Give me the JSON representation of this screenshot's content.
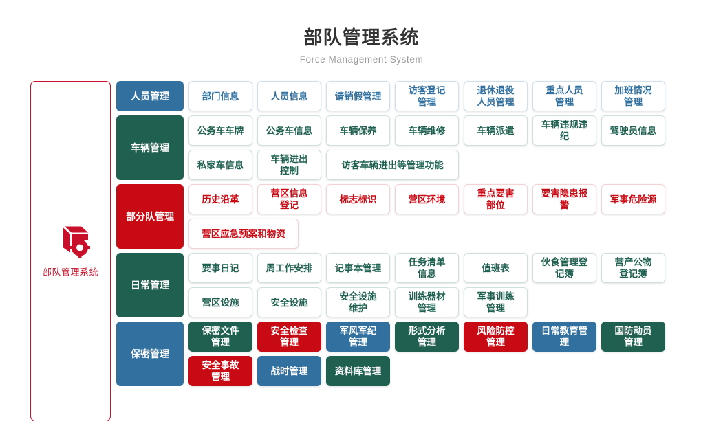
{
  "header": {
    "title": "部队管理系统",
    "subtitle": "Force Management System"
  },
  "sidebar": {
    "icon": "cube-gear-icon",
    "label": "部队管理系统",
    "border_color": "#c8102a"
  },
  "colors": {
    "blue": "#31709f",
    "green": "#1f6050",
    "red": "#c80a15",
    "title_text": "#333333",
    "subtitle_text": "#9a9a9a"
  },
  "groups": [
    {
      "head": "人员管理",
      "head_style": "blue",
      "rows": [
        [
          {
            "label": "部门信息",
            "style": "outline-blue",
            "width": "w1"
          },
          {
            "label": "人员信息",
            "style": "outline-blue",
            "width": "w1"
          },
          {
            "label": "请销假管理",
            "style": "outline-blue",
            "width": "w1"
          },
          {
            "label": "访客登记\n管理",
            "style": "outline-blue",
            "width": "w1"
          },
          {
            "label": "退休退役\n人员管理",
            "style": "outline-blue",
            "width": "w1"
          },
          {
            "label": "重点人员\n管理",
            "style": "outline-blue",
            "width": "w1"
          },
          {
            "label": "加班情况\n管理",
            "style": "outline-blue",
            "width": "w1"
          }
        ]
      ]
    },
    {
      "head": "车辆管理",
      "head_style": "green",
      "rows": [
        [
          {
            "label": "公务车车牌",
            "style": "outline-green",
            "width": "w1"
          },
          {
            "label": "公务车信息",
            "style": "outline-green",
            "width": "w1"
          },
          {
            "label": "车辆保养",
            "style": "outline-green",
            "width": "w1"
          },
          {
            "label": "车辆维修",
            "style": "outline-green",
            "width": "w1"
          },
          {
            "label": "车辆派遣",
            "style": "outline-green",
            "width": "w1"
          },
          {
            "label": "车辆违规违纪",
            "style": "outline-green",
            "width": "w1"
          },
          {
            "label": "驾驶员信息",
            "style": "outline-green",
            "width": "w1"
          }
        ],
        [
          {
            "label": "私家车信息",
            "style": "outline-green",
            "width": "w1"
          },
          {
            "label": "车辆进出\n控制",
            "style": "outline-green",
            "width": "w1"
          },
          {
            "label": "访客车辆进出等管理功能",
            "style": "outline-green",
            "width": "w2"
          }
        ]
      ]
    },
    {
      "head": "部分队管理",
      "head_style": "red",
      "rows": [
        [
          {
            "label": "历史沿革",
            "style": "outline-red",
            "width": "w1"
          },
          {
            "label": "营区信息\n登记",
            "style": "outline-red",
            "width": "w1"
          },
          {
            "label": "标志标识",
            "style": "outline-red",
            "width": "w1"
          },
          {
            "label": "营区环境",
            "style": "outline-red",
            "width": "w1"
          },
          {
            "label": "重点要害\n部位",
            "style": "outline-red",
            "width": "w1"
          },
          {
            "label": "要害隐患报警",
            "style": "outline-red",
            "width": "w1"
          },
          {
            "label": "军事危险源",
            "style": "outline-red",
            "width": "w1"
          }
        ],
        [
          {
            "label": "营区应急预案和物资",
            "style": "outline-red",
            "width": "wide"
          }
        ]
      ]
    },
    {
      "head": "日常管理",
      "head_style": "green",
      "rows": [
        [
          {
            "label": "要事日记",
            "style": "outline-green",
            "width": "w1"
          },
          {
            "label": "周工作安排",
            "style": "outline-green",
            "width": "w1"
          },
          {
            "label": "记事本管理",
            "style": "outline-green",
            "width": "w1"
          },
          {
            "label": "任务清单\n信息",
            "style": "outline-green",
            "width": "w1"
          },
          {
            "label": "值班表",
            "style": "outline-green",
            "width": "w1"
          },
          {
            "label": "伙食管理登记簿",
            "style": "outline-green",
            "width": "w1"
          },
          {
            "label": "营产公物\n登记簿",
            "style": "outline-green",
            "width": "w1"
          }
        ],
        [
          {
            "label": "营区设施",
            "style": "outline-green",
            "width": "w1"
          },
          {
            "label": "安全设施",
            "style": "outline-green",
            "width": "w1"
          },
          {
            "label": "安全设施\n维护",
            "style": "outline-green",
            "width": "w1"
          },
          {
            "label": "训练器材\n管理",
            "style": "outline-green",
            "width": "w1"
          },
          {
            "label": "军事训练\n管理",
            "style": "outline-green",
            "width": "w1"
          }
        ]
      ]
    },
    {
      "head": "保密管理",
      "head_style": "blue",
      "rows": [
        [
          {
            "label": "保密文件\n管理",
            "style": "fill-green",
            "width": "w1"
          },
          {
            "label": "安全检查\n管理",
            "style": "fill-red",
            "width": "w1"
          },
          {
            "label": "军风军纪\n管理",
            "style": "fill-blue",
            "width": "w1"
          },
          {
            "label": "形式分析\n管理",
            "style": "fill-green",
            "width": "w1"
          },
          {
            "label": "风险防控\n管理",
            "style": "fill-red",
            "width": "w1"
          },
          {
            "label": "日常教育管理",
            "style": "fill-blue",
            "width": "w1"
          },
          {
            "label": "国防动员\n管理",
            "style": "fill-green",
            "width": "w1"
          }
        ],
        [
          {
            "label": "安全事故\n管理",
            "style": "fill-red",
            "width": "w1"
          },
          {
            "label": "战时管理",
            "style": "fill-blue",
            "width": "w1"
          },
          {
            "label": "资料库管理",
            "style": "fill-green",
            "width": "w1"
          }
        ]
      ]
    }
  ]
}
